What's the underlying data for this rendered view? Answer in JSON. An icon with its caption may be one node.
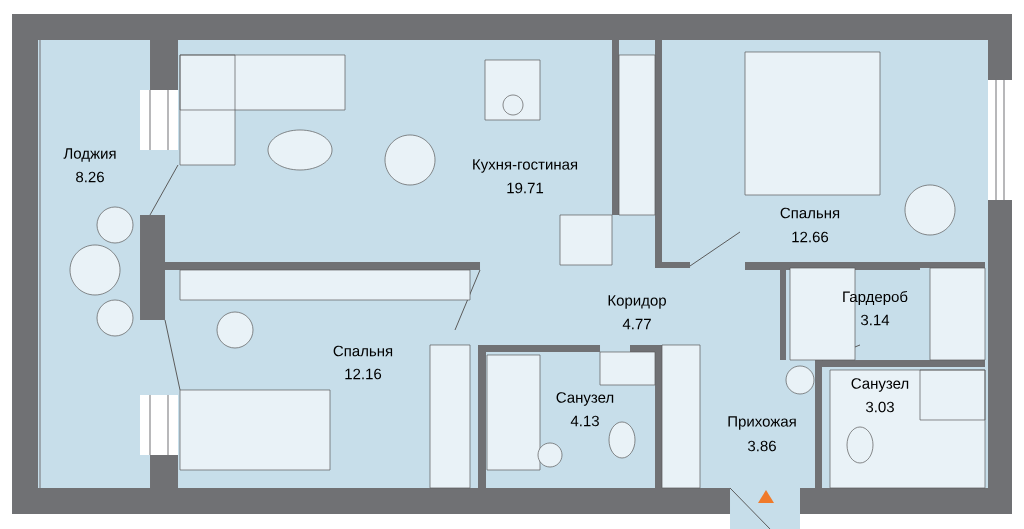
{
  "diagram": {
    "labels": [
      "Лоджия",
      "8.26",
      "Кухня-гостиная",
      "19.71",
      "Спальня",
      "12.66",
      "Гардероб",
      "3.14",
      "Коридор",
      "4.77",
      "Спальня",
      "12.16",
      "Санузел",
      "3.03",
      "Санузел",
      "4.13",
      "Прихожая",
      "3.86"
    ]
  }
}
